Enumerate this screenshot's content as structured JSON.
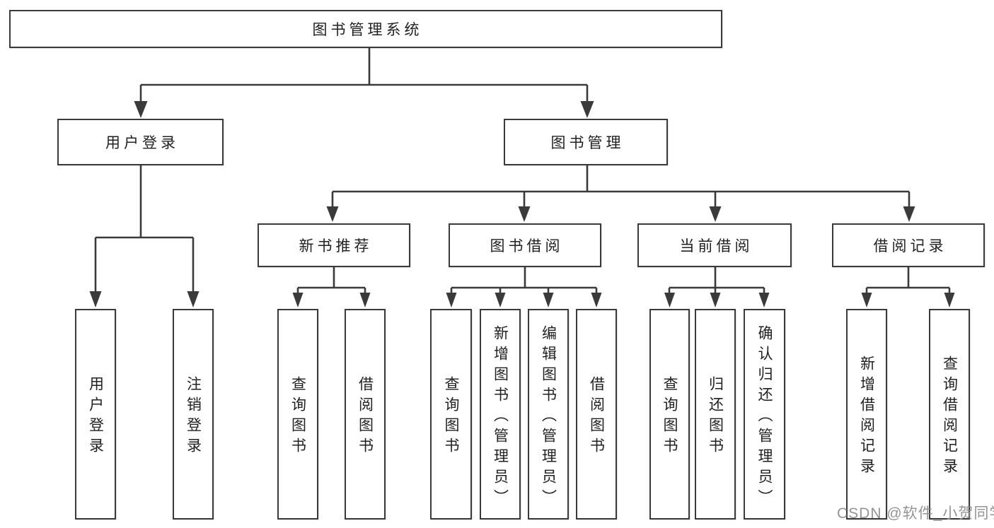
{
  "hierarchy": {
    "label": "图书管理系统",
    "children": [
      {
        "label": "用户登录",
        "children": [
          {
            "label": "用户登录"
          },
          {
            "label": "注销登录"
          }
        ]
      },
      {
        "label": "图书管理",
        "children": [
          {
            "label": "新书推荐",
            "children": [
              {
                "label": "查询图书"
              },
              {
                "label": "借阅图书"
              }
            ]
          },
          {
            "label": "图书借阅",
            "children": [
              {
                "label": "查询图书"
              },
              {
                "label": "新增图书（管理员）"
              },
              {
                "label": "编辑图书（管理员）"
              },
              {
                "label": "借阅图书"
              }
            ]
          },
          {
            "label": "当前借阅",
            "children": [
              {
                "label": "查询图书"
              },
              {
                "label": "归还图书"
              },
              {
                "label": "确认归还（管理员）"
              }
            ]
          },
          {
            "label": "借阅记录",
            "children": [
              {
                "label": "新增借阅记录"
              },
              {
                "label": "查询借阅记录"
              }
            ]
          }
        ]
      }
    ]
  },
  "watermark": {
    "text": "CSDN @软件_小贺同学"
  },
  "colors": {
    "line": "#3a3a3a",
    "text": "#212121",
    "watermark": "#8c8c8c",
    "background": "#ffffff"
  }
}
